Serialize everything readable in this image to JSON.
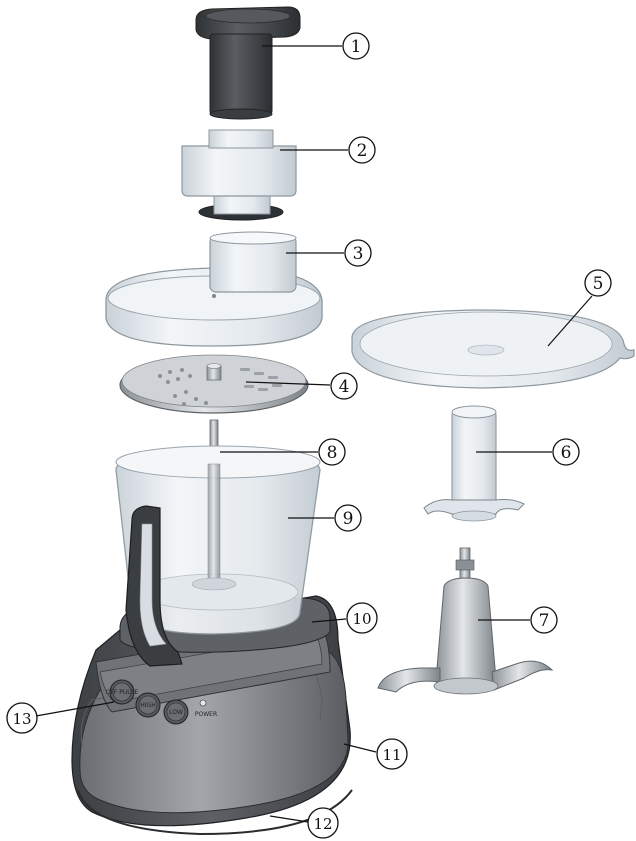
{
  "diagram": {
    "callouts": [
      {
        "id": 1,
        "label": "1"
      },
      {
        "id": 2,
        "label": "2"
      },
      {
        "id": 3,
        "label": "3"
      },
      {
        "id": 4,
        "label": "4"
      },
      {
        "id": 5,
        "label": "5"
      },
      {
        "id": 6,
        "label": "6"
      },
      {
        "id": 7,
        "label": "7"
      },
      {
        "id": 8,
        "label": "8"
      },
      {
        "id": 9,
        "label": "9"
      },
      {
        "id": 10,
        "label": "10"
      },
      {
        "id": 11,
        "label": "11"
      },
      {
        "id": 12,
        "label": "12"
      },
      {
        "id": 13,
        "label": "13"
      }
    ],
    "control_panel": {
      "buttons": [
        "OFF PULSE",
        "HIGH",
        "LOW"
      ],
      "indicator_label": "POWER"
    },
    "colors": {
      "base_dark": "#4a4c4f",
      "base_mid": "#6b6e72",
      "base_light": "#9a9da1",
      "clear_plastic": "#e9eef2",
      "clear_edge": "#9aa5ad",
      "pusher_dark": "#3a3d40",
      "metal": "#b9bec3"
    }
  }
}
